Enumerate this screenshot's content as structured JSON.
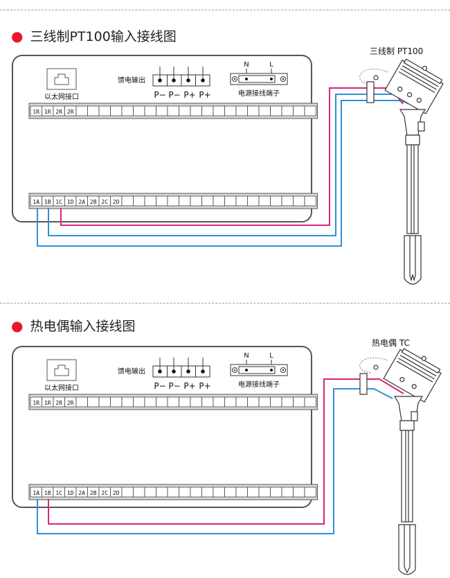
{
  "sections": [
    {
      "id": "pt100",
      "title": "三线制PT100输入接线图",
      "sensor_label": "三线制 PT100",
      "wire_colors": [
        "#2f8fd8",
        "#2f8fd8",
        "#d9257a"
      ]
    },
    {
      "id": "tc",
      "title": "热电偶输入接线图",
      "sensor_label": "热电偶 TC",
      "wire_colors": [
        "#2f8fd8",
        "#d9257a"
      ]
    }
  ],
  "panel": {
    "ethernet_label": "以太网接口",
    "feed_label": "馈电输出",
    "feed_pins": [
      "P−",
      "P−",
      "P+",
      "P+"
    ],
    "power_label": "电源接线端子",
    "power_n": "N",
    "power_l": "L",
    "top_terminals": [
      "1R",
      "1R",
      "2R",
      "2R"
    ],
    "bottom_terminals": [
      "1A",
      "1B",
      "1C",
      "1D",
      "2A",
      "2B",
      "2C",
      "2D"
    ],
    "terminal_slots": 25
  },
  "colors": {
    "blue_wire": "#2f8fd8",
    "magenta_wire": "#d9257a",
    "bullet": "#e8182c",
    "outline": "#555555"
  },
  "icons": [
    "ethernet-port-icon",
    "sensor-probe-icon"
  ]
}
